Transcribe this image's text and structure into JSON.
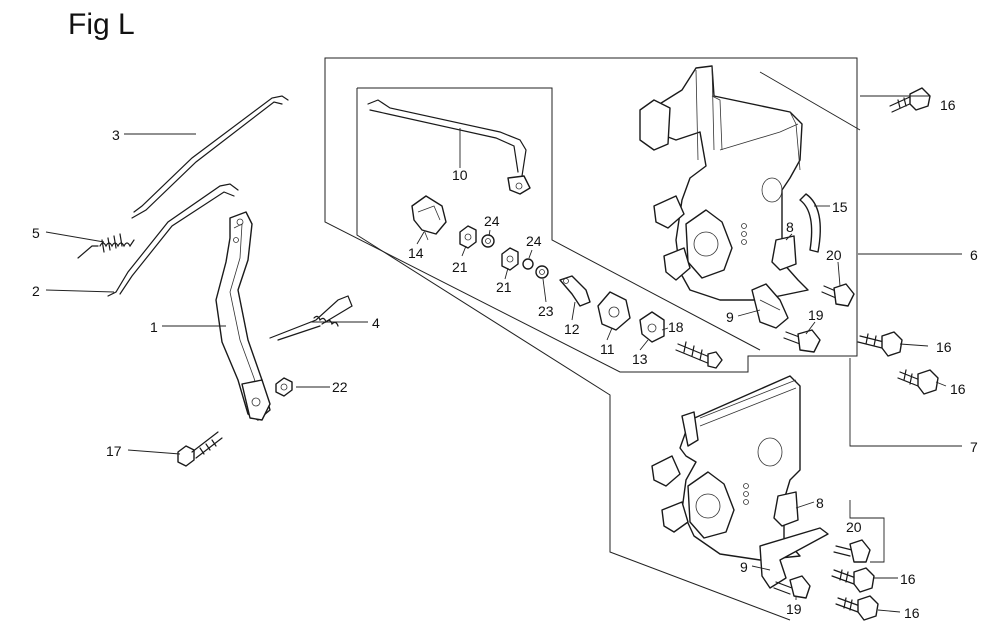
{
  "title": "Fig L",
  "labels": {
    "l1": "1",
    "l2": "2",
    "l3": "3",
    "l4": "4",
    "l5": "5",
    "l6": "6",
    "l7": "7",
    "l8a": "8",
    "l8b": "8",
    "l9a": "9",
    "l9b": "9",
    "l10": "10",
    "l11": "11",
    "l12": "12",
    "l13": "13",
    "l14": "14",
    "l15": "15",
    "l16a": "16",
    "l16b": "16",
    "l16c": "16",
    "l16d": "16",
    "l16e": "16",
    "l17": "17",
    "l18": "18",
    "l19a": "19",
    "l19b": "19",
    "l20a": "20",
    "l20b": "20",
    "l21a": "21",
    "l21b": "21",
    "l22": "22",
    "l23": "23",
    "l24a": "24",
    "l24b": "24"
  }
}
